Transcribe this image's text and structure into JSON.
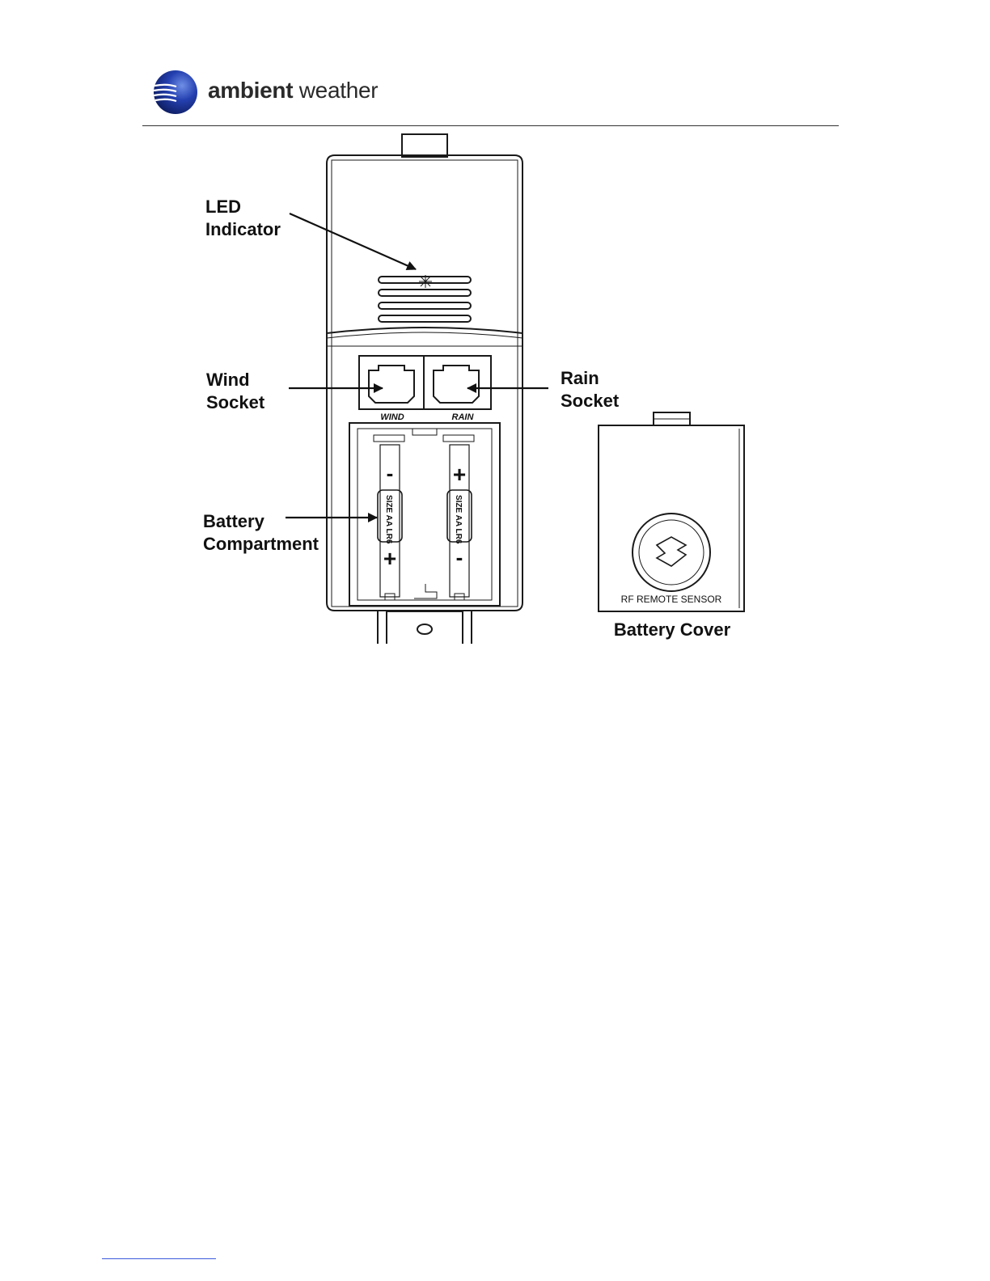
{
  "header": {
    "brand_bold": "ambient",
    "brand_light": "weather"
  },
  "callouts": {
    "led": [
      "LED",
      "Indicator"
    ],
    "wind": [
      "Wind",
      "Socket"
    ],
    "rain": [
      "Rain",
      "Socket"
    ],
    "battery": [
      "Battery",
      "Compartment"
    ]
  },
  "device": {
    "wind_port_label": "WIND",
    "rain_port_label": "RAIN",
    "battery_left_label": "SIZE AA LR6",
    "battery_right_label": "SIZE AA LR6",
    "battery_left_top_polarity": "-",
    "battery_left_bottom_polarity": "+",
    "battery_right_top_polarity": "+",
    "battery_right_bottom_polarity": "-"
  },
  "battery_cover": {
    "imprint": "RF REMOTE SENSOR",
    "caption": "Battery Cover"
  },
  "colors": {
    "line": "#1a1a1a",
    "logo_blue": "#1f3f9f",
    "link_blue": "#3b5bdb"
  }
}
